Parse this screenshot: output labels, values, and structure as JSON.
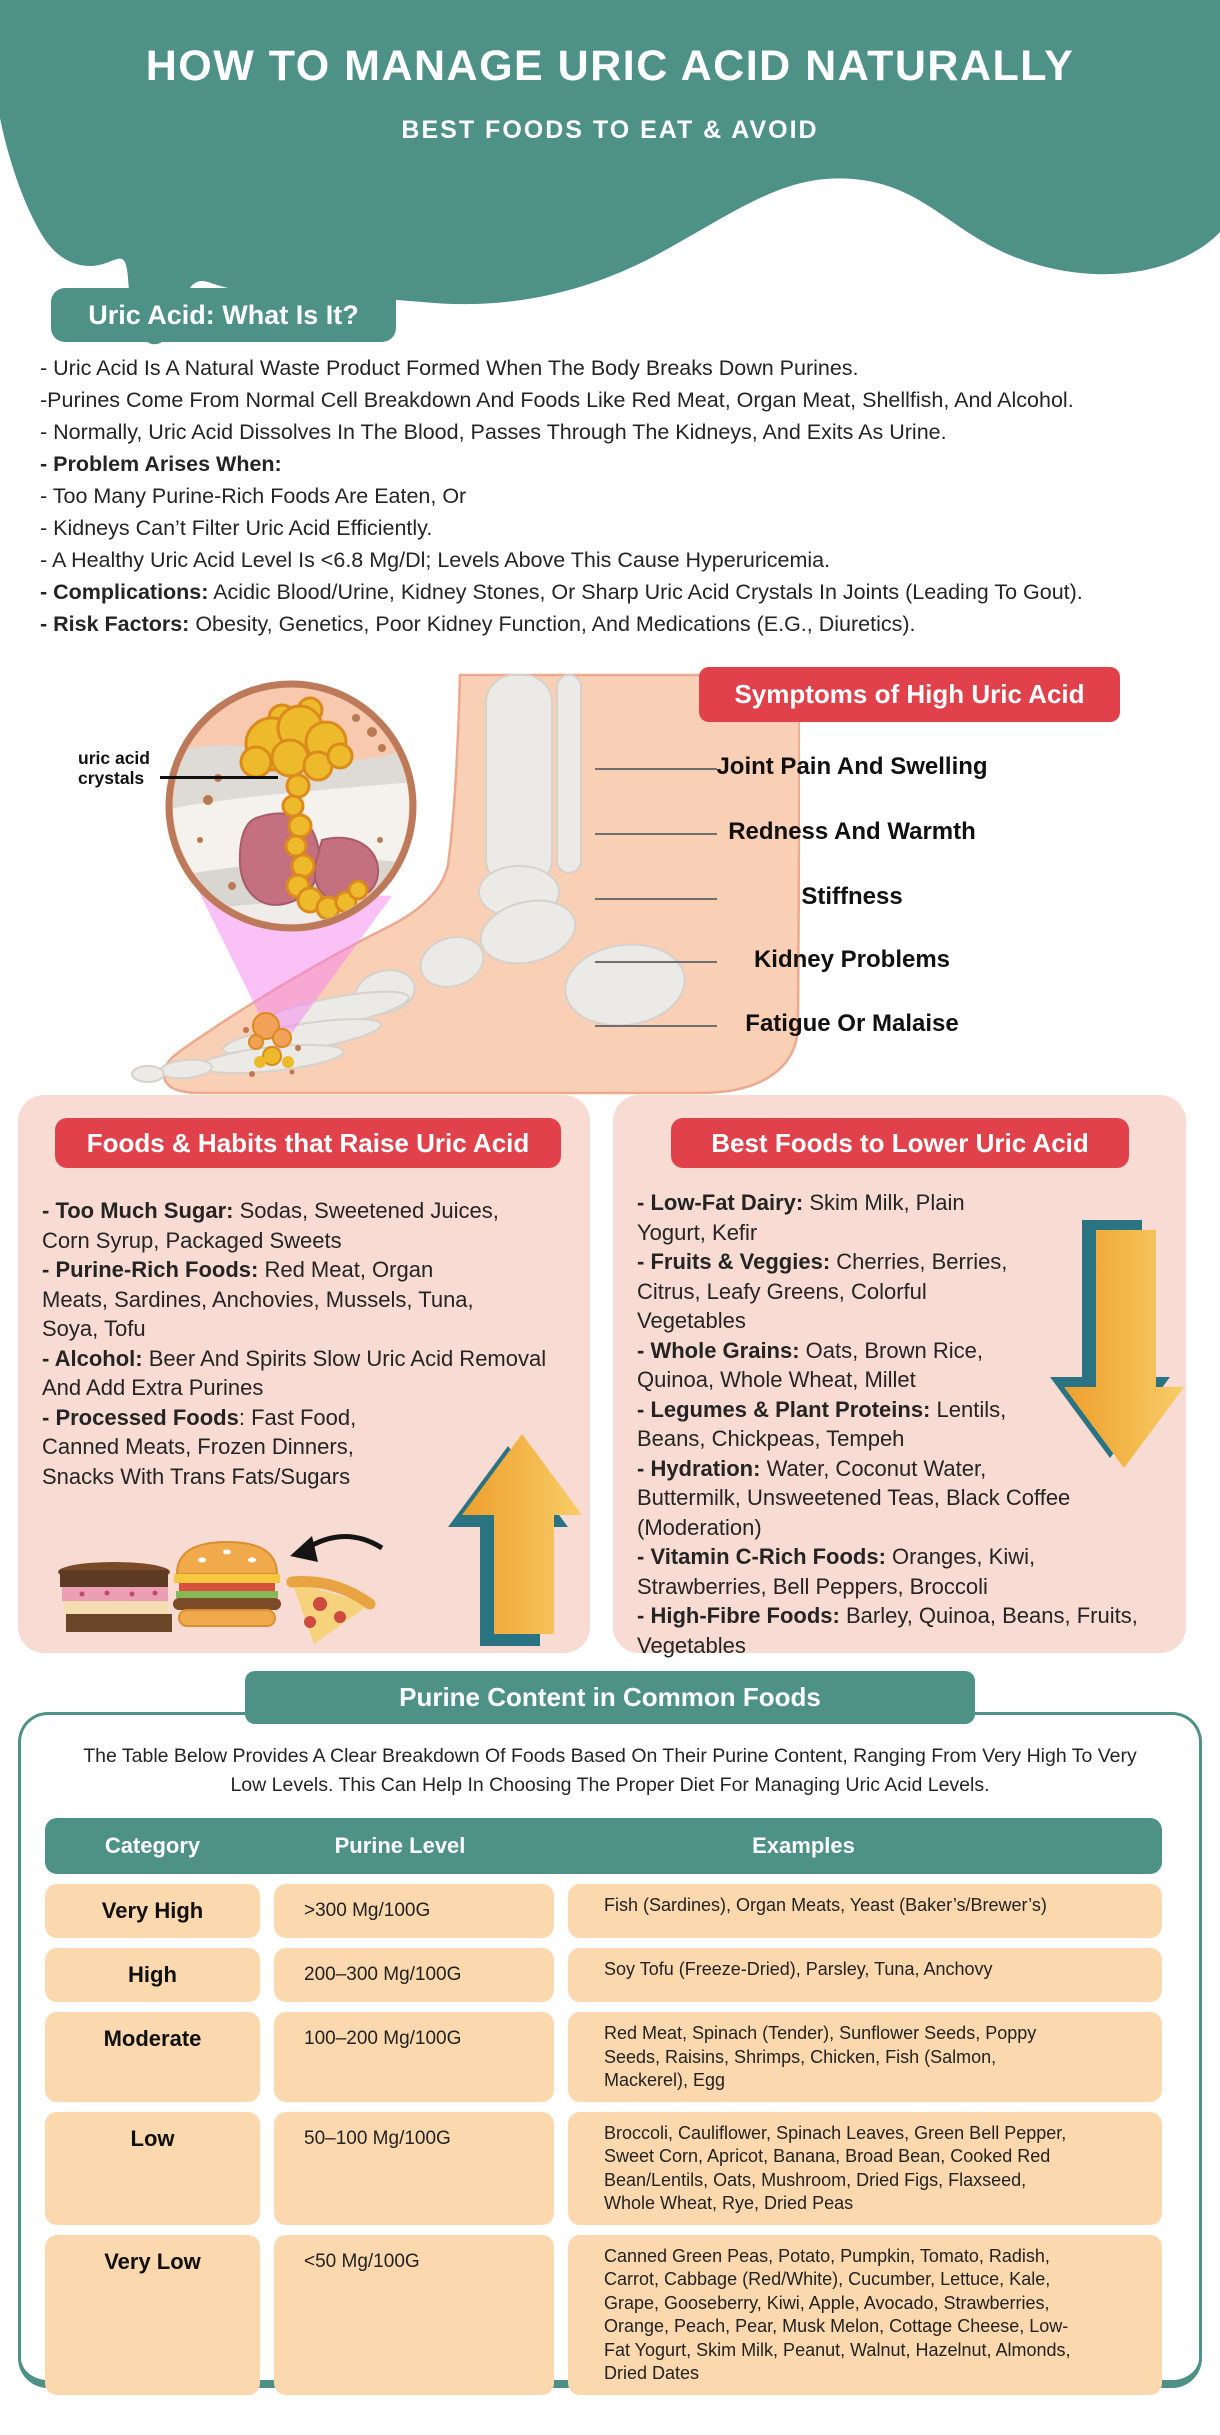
{
  "colors": {
    "teal": "#4d9187",
    "red_badge": "#e0414a",
    "pink_panel": "#f8dbd2",
    "peach_cell": "#fbd8ad",
    "skin": "#f9cfb6",
    "crystal_yellow": "#ecba2a",
    "arrow_orange": "#f0a42e",
    "arrow_teal": "#2a7382",
    "cone_pink": "#f583ef"
  },
  "header": {
    "title": "HOW TO MANAGE URIC ACID NATURALLY",
    "subtitle": "BEST FOODS TO EAT & AVOID"
  },
  "intro": {
    "badge": "Uric Acid: What Is It?",
    "lines": [
      {
        "bold": "",
        "text": "- Uric Acid Is A Natural Waste Product Formed When The Body Breaks Down Purines."
      },
      {
        "bold": "",
        "text": "-Purines Come From Normal Cell Breakdown And Foods Like Red Meat, Organ Meat, Shellfish, And Alcohol."
      },
      {
        "bold": "",
        "text": "- Normally, Uric Acid Dissolves In The Blood, Passes Through The Kidneys, And Exits As Urine."
      },
      {
        "bold": "- Problem Arises When:",
        "text": ""
      },
      {
        "bold": "",
        "text": "- Too Many Purine-Rich Foods Are Eaten, Or"
      },
      {
        "bold": "",
        "text": "- Kidneys Can’t Filter Uric Acid Efficiently."
      },
      {
        "bold": "",
        "text": "- A Healthy Uric Acid Level Is <6.8 Mg/Dl; Levels Above This Cause Hyperuricemia."
      },
      {
        "bold": "- Complications:",
        "text": " Acidic Blood/Urine, Kidney Stones, Or Sharp Uric Acid Crystals In Joints (Leading To Gout)."
      },
      {
        "bold": "- Risk Factors:",
        "text": " Obesity, Genetics, Poor Kidney Function, And Medications (E.G., Diuretics)."
      }
    ]
  },
  "symptoms": {
    "badge": "Symptoms of High Uric Acid",
    "crystal_label_1": "uric acid",
    "crystal_label_2": "crystals",
    "items": [
      "Joint Pain And Swelling",
      "Redness And Warmth",
      "Stiffness",
      "Kidney Problems",
      "Fatigue Or Malaise"
    ]
  },
  "raise_box": {
    "badge": "Foods & Habits that Raise Uric Acid",
    "items": [
      {
        "bold": "- Too Much Sugar:",
        "text": " Sodas, Sweetened Juices, Corn Syrup, Packaged Sweets"
      },
      {
        "bold": "- Purine-Rich Foods:",
        "text": " Red Meat, Organ Meats, Sardines, Anchovies, Mussels, Tuna, Soya, Tofu"
      },
      {
        "bold": "- Alcohol:",
        "text": " Beer And Spirits Slow Uric Acid Removal And Add Extra Purines"
      },
      {
        "bold": "- Processed Foods",
        "text": ": Fast Food, Canned Meats, Frozen Dinners, Snacks With Trans Fats/Sugars"
      }
    ]
  },
  "lower_box": {
    "badge": "Best Foods to Lower Uric Acid",
    "items": [
      {
        "bold": "- Low-Fat Dairy:",
        "text": " Skim Milk, Plain Yogurt, Kefir"
      },
      {
        "bold": "- Fruits & Veggies:",
        "text": " Cherries, Berries, Citrus, Leafy Greens, Colorful Vegetables"
      },
      {
        "bold": "- Whole Grains:",
        "text": " Oats, Brown Rice, Quinoa, Whole Wheat, Millet"
      },
      {
        "bold": "- Legumes & Plant Proteins:",
        "text": " Lentils, Beans, Chickpeas, Tempeh"
      },
      {
        "bold": "- Hydration:",
        "text": " Water, Coconut Water, Buttermilk, Unsweetened Teas, Black Coffee (Moderation)"
      },
      {
        "bold": "- Vitamin C-Rich Foods:",
        "text": " Oranges, Kiwi, Strawberries, Bell Peppers, Broccoli"
      },
      {
        "bold": "- High-Fibre Foods:",
        "text": " Barley, Quinoa, Beans, Fruits, Vegetables"
      }
    ]
  },
  "purine_table": {
    "badge": "Purine Content in Common Foods",
    "description": "The Table Below Provides A Clear Breakdown Of Foods Based On Their Purine Content, Ranging From Very High To Very Low Levels. This Can Help In Choosing The Proper Diet For Managing Uric Acid Levels.",
    "columns": [
      "Category",
      "Purine Level",
      "Examples"
    ],
    "rows": [
      {
        "category": "Very High",
        "level": ">300 Mg/100G",
        "examples": "Fish (Sardines), Organ Meats, Yeast (Baker’s/Brewer’s)"
      },
      {
        "category": "High",
        "level": "200–300 Mg/100G",
        "examples": "Soy Tofu (Freeze-Dried), Parsley, Tuna, Anchovy"
      },
      {
        "category": "Moderate",
        "level": "100–200 Mg/100G",
        "examples": "Red Meat, Spinach (Tender), Sunflower Seeds, Poppy Seeds, Raisins, Shrimps, Chicken, Fish (Salmon, Mackerel), Egg"
      },
      {
        "category": "Low",
        "level": "50–100 Mg/100G",
        "examples": "Broccoli, Cauliflower, Spinach Leaves, Green Bell Pepper, Sweet Corn, Apricot, Banana, Broad Bean, Cooked Red Bean/Lentils, Oats, Mushroom, Dried Figs, Flaxseed, Whole Wheat, Rye, Dried Peas"
      },
      {
        "category": "Very Low",
        "level": "<50 Mg/100G",
        "examples": "Canned Green Peas, Potato, Pumpkin, Tomato, Radish, Carrot, Cabbage (Red/White), Cucumber, Lettuce, Kale, Grape, Gooseberry, Kiwi, Apple, Avocado, Strawberries, Orange, Peach, Pear, Musk Melon, Cottage Cheese, Low-Fat Yogurt, Skim Milk, Peanut, Walnut, Hazelnut, Almonds, Dried Dates"
      }
    ]
  }
}
